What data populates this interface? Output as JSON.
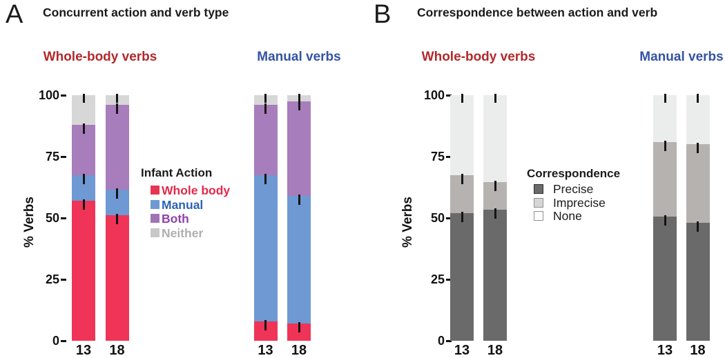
{
  "figure": {
    "background": "#ffffff",
    "text_color": "#1a1a1a"
  },
  "chart_data": [
    {
      "panel_label": "A",
      "title": "Concurrent action and verb type",
      "type": "stacked-bar",
      "ylabel": "% Verbs",
      "ylim": [
        0,
        100
      ],
      "yticks": [
        "0",
        "25",
        "50",
        "75",
        "100"
      ],
      "x_categories": [
        "13",
        "18"
      ],
      "grid": false,
      "error_bars": "one-sided whiskers at every stacked segment boundary and at bar top, approx 4% long",
      "legend": {
        "title": "Infant Action",
        "position": "center-right of first group",
        "entries": [
          {
            "label": "Whole body",
            "swatch_color": "#e73450",
            "text_color": "#e2294b"
          },
          {
            "label": "Manual",
            "swatch_color": "#6e99d3",
            "text_color": "#2d63b2"
          },
          {
            "label": "Both",
            "swatch_color": "#a174b6",
            "text_color": "#9040ab"
          },
          {
            "label": "Neither",
            "swatch_color": "#c8c8c8",
            "text_color": "#b0aeb0"
          }
        ]
      },
      "series_colors": {
        "Whole body": "#ef3457",
        "Manual": "#6e99d3",
        "Both": "#a87dbb",
        "Neither": "#d7d7d7"
      },
      "groups": [
        {
          "label": "Whole-body verbs",
          "label_color": "#b2292c",
          "bars": [
            {
              "x": "13",
              "segments": [
                {
                  "name": "Whole body",
                  "value": 57
                },
                {
                  "name": "Manual",
                  "value": 10.5
                },
                {
                  "name": "Both",
                  "value": 20.5
                },
                {
                  "name": "Neither",
                  "value": 12
                }
              ]
            },
            {
              "x": "18",
              "segments": [
                {
                  "name": "Whole body",
                  "value": 51
                },
                {
                  "name": "Manual",
                  "value": 10.5
                },
                {
                  "name": "Both",
                  "value": 34.5
                },
                {
                  "name": "Neither",
                  "value": 4
                }
              ]
            }
          ]
        },
        {
          "label": "Manual verbs",
          "label_color": "#3453a4",
          "bars": [
            {
              "x": "13",
              "segments": [
                {
                  "name": "Whole body",
                  "value": 8
                },
                {
                  "name": "Manual",
                  "value": 59.5
                },
                {
                  "name": "Both",
                  "value": 28.5
                },
                {
                  "name": "Neither",
                  "value": 4
                }
              ]
            },
            {
              "x": "18",
              "segments": [
                {
                  "name": "Whole body",
                  "value": 7
                },
                {
                  "name": "Manual",
                  "value": 52
                },
                {
                  "name": "Both",
                  "value": 38.5
                },
                {
                  "name": "Neither",
                  "value": 2.5
                }
              ]
            }
          ]
        }
      ]
    },
    {
      "panel_label": "B",
      "title": "Correspondence between action and verb",
      "type": "stacked-bar",
      "ylabel": "% Verbs",
      "ylim": [
        0,
        100
      ],
      "yticks": [
        "0",
        "25",
        "50",
        "75",
        "100"
      ],
      "x_categories": [
        "13",
        "18"
      ],
      "grid": false,
      "error_bars": "one-sided whiskers at every stacked segment boundary and at bar top, approx 4% long",
      "legend": {
        "title": "Correspondence",
        "position": "center-right of first group",
        "entries": [
          {
            "label": "Precise",
            "swatch_color": "#6a6a6a",
            "swatch_border": "#2f2f2f",
            "text_color": "#1a1a1a"
          },
          {
            "label": "Imprecise",
            "swatch_color": "#d6d6d6",
            "swatch_border": "#909090",
            "text_color": "#1a1a1a"
          },
          {
            "label": "None",
            "swatch_color": "#ffffff",
            "swatch_border": "#909090",
            "text_color": "#1a1a1a"
          }
        ]
      },
      "series_colors": {
        "Precise": "#6a6a6a",
        "Imprecise": "#b5b2af",
        "None": "#ebedec"
      },
      "groups": [
        {
          "label": "Whole-body verbs",
          "label_color": "#b2292c",
          "bars": [
            {
              "x": "13",
              "segments": [
                {
                  "name": "Precise",
                  "value": 52
                },
                {
                  "name": "Imprecise",
                  "value": 15.5
                },
                {
                  "name": "None",
                  "value": 32.5
                }
              ]
            },
            {
              "x": "18",
              "segments": [
                {
                  "name": "Precise",
                  "value": 53.5
                },
                {
                  "name": "Imprecise",
                  "value": 11
                },
                {
                  "name": "None",
                  "value": 35.5
                }
              ]
            }
          ]
        },
        {
          "label": "Manual verbs",
          "label_color": "#3453a4",
          "bars": [
            {
              "x": "13",
              "segments": [
                {
                  "name": "Precise",
                  "value": 50.5
                },
                {
                  "name": "Imprecise",
                  "value": 30.5
                },
                {
                  "name": "None",
                  "value": 19
                }
              ]
            },
            {
              "x": "18",
              "segments": [
                {
                  "name": "Precise",
                  "value": 48
                },
                {
                  "name": "Imprecise",
                  "value": 32
                },
                {
                  "name": "None",
                  "value": 20
                }
              ]
            }
          ]
        }
      ]
    }
  ]
}
